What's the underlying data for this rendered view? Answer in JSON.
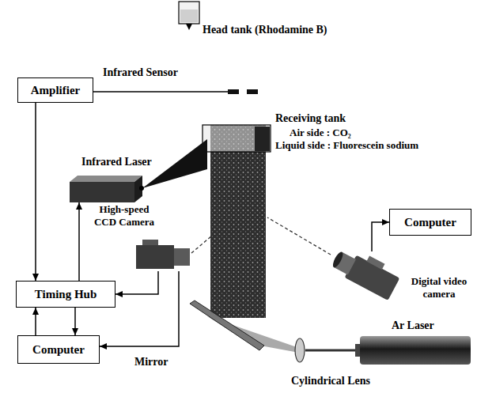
{
  "diagram": {
    "nodes": [
      {
        "text": [
          "Head tank (Rhodamine B)"
        ]
      },
      {
        "text": [
          "Infrared Sensor"
        ]
      },
      {
        "text": [
          "Amplifier"
        ]
      },
      {
        "text": [
          "Receiving tank",
          "Air side : CO₂",
          "Liquid side : Fluorescein sodium"
        ]
      },
      {
        "text": [
          "Infrared Laser"
        ]
      },
      {
        "text": [
          "High-speed CCD Camera"
        ]
      },
      {
        "text": [
          "Computer"
        ]
      },
      {
        "text": [
          "Digital video camera"
        ]
      },
      {
        "text": [
          "Timing Hub"
        ]
      },
      {
        "text": [
          "Computer"
        ]
      },
      {
        "text": [
          "Mirror"
        ]
      },
      {
        "text": [
          "Ar Laser"
        ]
      },
      {
        "text": [
          "Cylindrical Lens"
        ]
      }
    ],
    "edges": [
      {
        "from": 1,
        "to": 2,
        "arrow": "none"
      },
      {
        "from": 2,
        "to": 8,
        "arrow": "to"
      },
      {
        "from": 8,
        "to": 4,
        "arrow": "to"
      },
      {
        "from": 5,
        "to": 8,
        "arrow": "to"
      },
      {
        "from": 9,
        "to": 8,
        "arrow": "to"
      },
      {
        "from": 8,
        "to": 9,
        "arrow": "to"
      },
      {
        "from": 5,
        "to": 9,
        "arrow": "to"
      },
      {
        "from": 7,
        "to": 6,
        "arrow": "to"
      }
    ]
  }
}
